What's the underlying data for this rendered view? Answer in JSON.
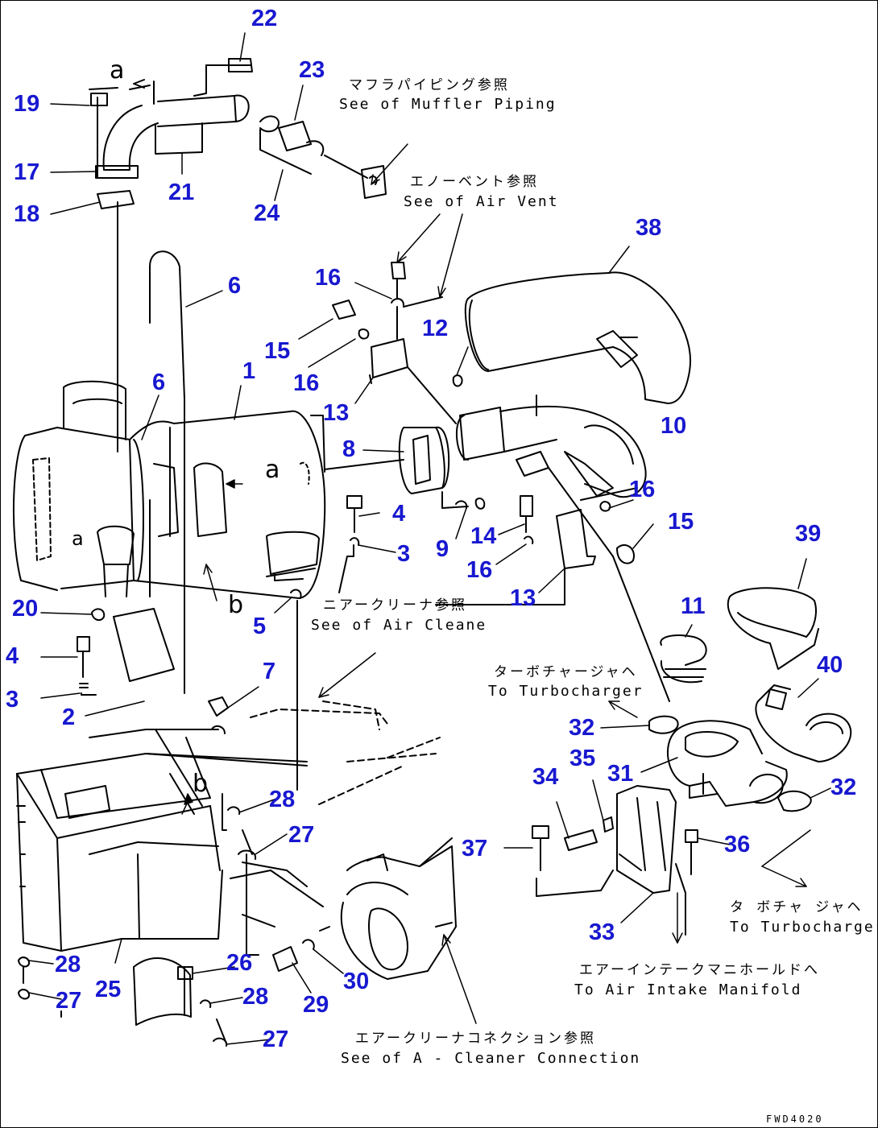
{
  "drawing_id": "FWD4020",
  "colors": {
    "callout": "#1818d0",
    "line": "#000000"
  },
  "callouts": [
    "22",
    "23",
    "19",
    "17",
    "21",
    "24",
    "18",
    "38",
    "16",
    "12",
    "6",
    "15",
    "1",
    "6",
    "16",
    "13",
    "10",
    "8",
    "16",
    "4",
    "15",
    "14",
    "9",
    "3",
    "16",
    "13",
    "39",
    "11",
    "20",
    "5",
    "40",
    "4",
    "7",
    "3",
    "2",
    "32",
    "35",
    "31",
    "32",
    "34",
    "28",
    "27",
    "37",
    "36",
    "33",
    "28",
    "26",
    "27",
    "25",
    "28",
    "30",
    "29",
    "27"
  ],
  "references": {
    "muffler_piping": {
      "jp": "マフラパイピング参照",
      "en": "See of Muffler Piping"
    },
    "air_vent": {
      "jp": "エノーベント参照",
      "en": "See of Air Vent"
    },
    "air_cleaner": {
      "jp": "ニアークリーナ参照",
      "en": "See of Air Cleane"
    },
    "turbocharger_1": {
      "jp": "ターボチャージャヘ",
      "en": "To Turbocharger"
    },
    "turbocharger_2": {
      "jp": "タ ボチャ ジャヘ",
      "en": "To Turbocharger"
    },
    "intake_manifold": {
      "jp": "エアーインテークマニホールドへ",
      "en": "To Air Intake Manifold"
    },
    "cleaner_connection": {
      "jp": "エアークリーナコネクション参照",
      "en": "See of A - Cleaner Connection"
    }
  },
  "view_letters": [
    "a",
    "a",
    "a",
    "b",
    "b"
  ]
}
